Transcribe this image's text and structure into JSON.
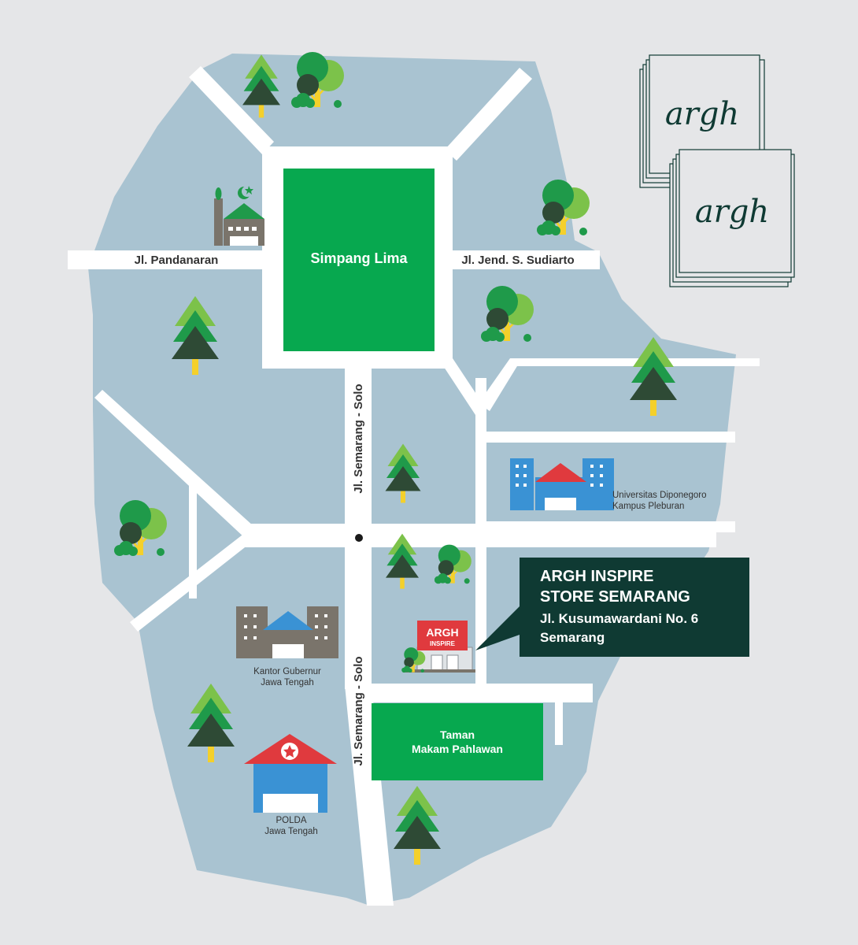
{
  "colors": {
    "background": "#e5e6e8",
    "land": "#a9c3d1",
    "road": "#ffffff",
    "park_green": "#07a84f",
    "callout": "#0f3a33",
    "tree_light": "#7cc24a",
    "tree_mid": "#1f9a4a",
    "tree_dark": "#2e4a35",
    "trunk": "#f4d02b",
    "building_blue": "#3a92d4",
    "roof_red": "#e03a3e",
    "building_gray": "#7a746b"
  },
  "roads": {
    "pandanaran": "Jl. Pandanaran",
    "sudiarto": "Jl. Jend. S. Sudiarto",
    "semarang_solo_upper": "Jl. Semarang - Solo",
    "semarang_solo_lower": "Jl. Semarang - Solo"
  },
  "areas": {
    "simpang_lima": "Simpang Lima",
    "taman_line1": "Taman",
    "taman_line2": "Makam Pahlawan"
  },
  "landmarks": {
    "undip_line1": "Universitas Diponegoro",
    "undip_line2": "Kampus Pleburan",
    "gubernur_line1": "Kantor Gubernur",
    "gubernur_line2": "Jawa Tengah",
    "polda_line1": "POLDA",
    "polda_line2": "Jawa Tengah"
  },
  "store": {
    "sign_line1": "ARGH",
    "sign_line2": "INSPIRE"
  },
  "callout": {
    "title_line1": "ARGH INSPIRE",
    "title_line2": "STORE SEMARANG",
    "address_line1": "Jl. Kusumawardani No. 6",
    "address_line2": "Semarang"
  },
  "logo": {
    "text": "argh"
  },
  "icons": [
    "tree-icon",
    "pine-tree-icon",
    "mosque-icon",
    "building-icon",
    "police-station-icon",
    "store-icon",
    "location-dot-icon"
  ]
}
